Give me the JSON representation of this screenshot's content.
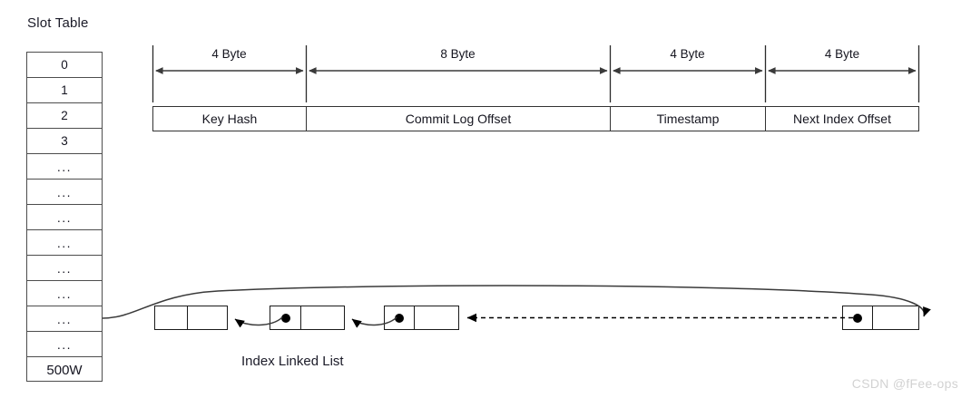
{
  "diagram": {
    "slot_table": {
      "title": "Slot Table",
      "rows": [
        "0",
        "1",
        "2",
        "3",
        "...",
        "...",
        "...",
        "...",
        "...",
        "...",
        "...",
        "...",
        "500W"
      ],
      "linked_row_index": 10
    },
    "record_layout": {
      "byte_labels": [
        "4 Byte",
        "8 Byte",
        "4 Byte",
        "4 Byte"
      ],
      "fields": [
        "Key Hash",
        "Commit Log Offset",
        "Timestamp",
        "Next Index Offset"
      ]
    },
    "linked_list": {
      "caption": "Index Linked List",
      "nodes": [
        {
          "name": "node-head",
          "has_dot": false
        },
        {
          "name": "node-second",
          "has_dot": true
        },
        {
          "name": "node-third",
          "has_dot": true
        },
        {
          "name": "node-tail",
          "has_dot": true
        }
      ]
    },
    "watermark": "CSDN @fFee-ops",
    "colors": {
      "stroke": "#333333",
      "table_border": "#4d4d4d",
      "node_border": "#1a1a1a",
      "text": "#15151f",
      "watermark": "#d2d2d2",
      "background": "#ffffff"
    }
  }
}
